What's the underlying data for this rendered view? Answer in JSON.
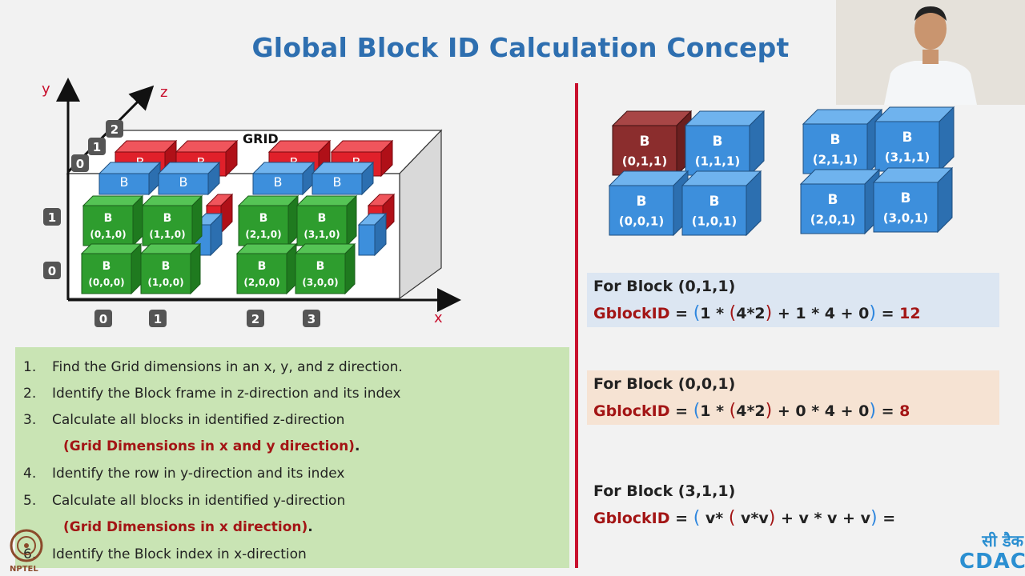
{
  "title": "Global Block ID Calculation Concept",
  "diagram": {
    "axis_y": "y",
    "axis_z": "z",
    "axis_x": "x",
    "grid_label": "GRID",
    "z_indices": [
      "0",
      "1",
      "2"
    ],
    "y_indices": [
      "1",
      "0"
    ],
    "x_indices": [
      "0",
      "1",
      "2",
      "3"
    ],
    "block_letter": "B",
    "green_blocks": [
      "(0,1,0)",
      "(1,1,0)",
      "(2,1,0)",
      "(3,1,0)",
      "(0,0,0)",
      "(1,0,0)",
      "(2,0,0)",
      "(3,0,0)"
    ]
  },
  "layer_blocks": [
    "(0,1,1)",
    "(1,1,1)",
    "(2,1,1)",
    "(3,1,1)",
    "(0,0,1)",
    "(1,0,1)",
    "(2,0,1)",
    "(3,0,1)"
  ],
  "steps": [
    {
      "num": "1.",
      "text": "Find the Grid dimensions in an x, y, and z direction."
    },
    {
      "num": "2.",
      "text": "Identify the Block frame in z-direction and its index"
    },
    {
      "num": "3.",
      "text": "Calculate all blocks in identified z-direction"
    },
    {
      "num": "4.",
      "text": "Identify the row in y-direction and its index"
    },
    {
      "num": "5.",
      "text": "Calculate all blocks in identified y-direction"
    },
    {
      "num": "6.",
      "text": "Identify the Block index in x-direction"
    }
  ],
  "step_notes": [
    "(Grid Dimensions in x and y direction)",
    "(Grid Dimensions in x direction)"
  ],
  "examples": [
    {
      "head": "For Block (0,1,1)",
      "label": "GblockID",
      "eq": "=",
      "p1": "1 * ",
      "p2": "4*2",
      "mid": " + 1 * 4 + 0",
      "result": "12",
      "bg": "#dce6f2"
    },
    {
      "head": "For Block (0,0,1)",
      "label": "GblockID",
      "eq": "=",
      "p1": "1 * ",
      "p2": "4*2",
      "mid": " + 0 * 4 + 0",
      "result": "8",
      "bg": "#f6e3d3"
    },
    {
      "head": "For Block (3,1,1)",
      "label": "GblockID",
      "eq": "=",
      "p1": " v* ",
      "p2": " v*v",
      "mid": " + v * v + v",
      "result": "",
      "bg": "#f2f2f2"
    }
  ],
  "logos": {
    "left": "NPTEL",
    "right_top": "सी डैक",
    "right_bottom": "CDAC"
  }
}
